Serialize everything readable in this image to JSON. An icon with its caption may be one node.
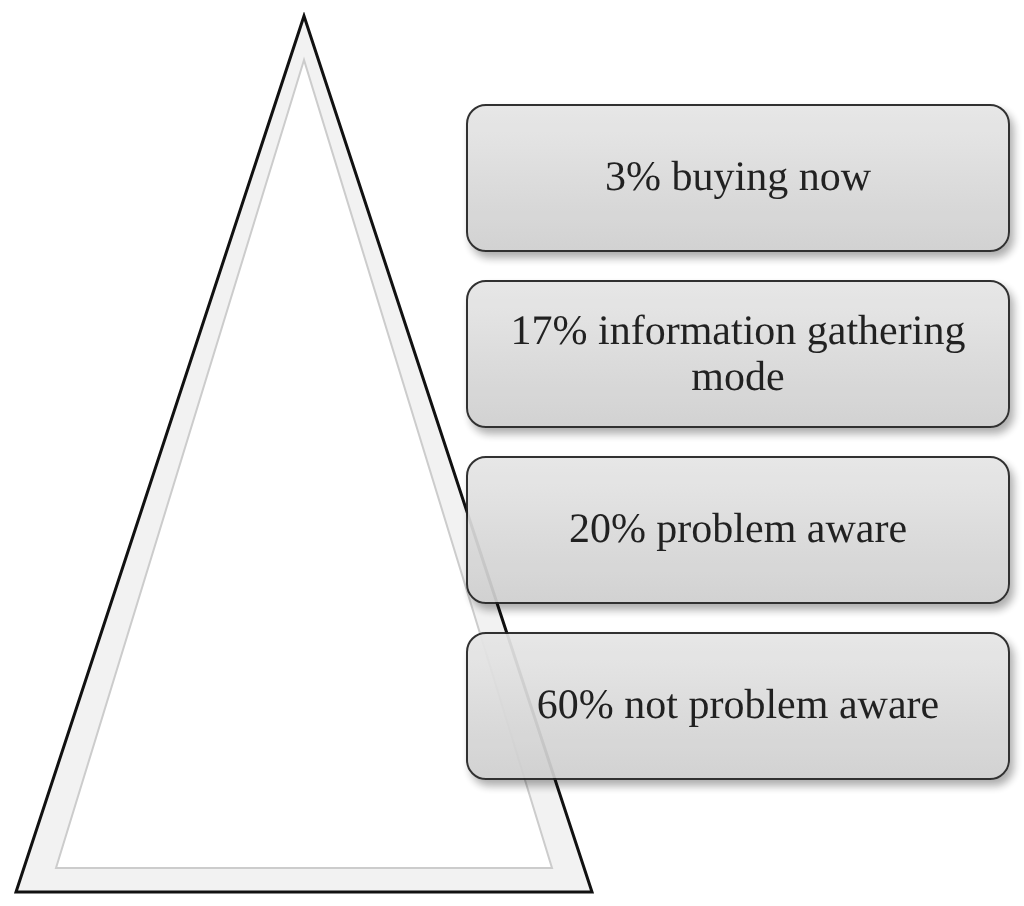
{
  "diagram": {
    "nodes": [
      {
        "text": [],
        "shape": "triangle"
      },
      {
        "text": [
          "3% buying now"
        ]
      },
      {
        "text": [
          "17% information gathering mode"
        ]
      },
      {
        "text": [
          "20% problem aware"
        ]
      },
      {
        "text": [
          "60% not problem aware"
        ]
      }
    ]
  }
}
